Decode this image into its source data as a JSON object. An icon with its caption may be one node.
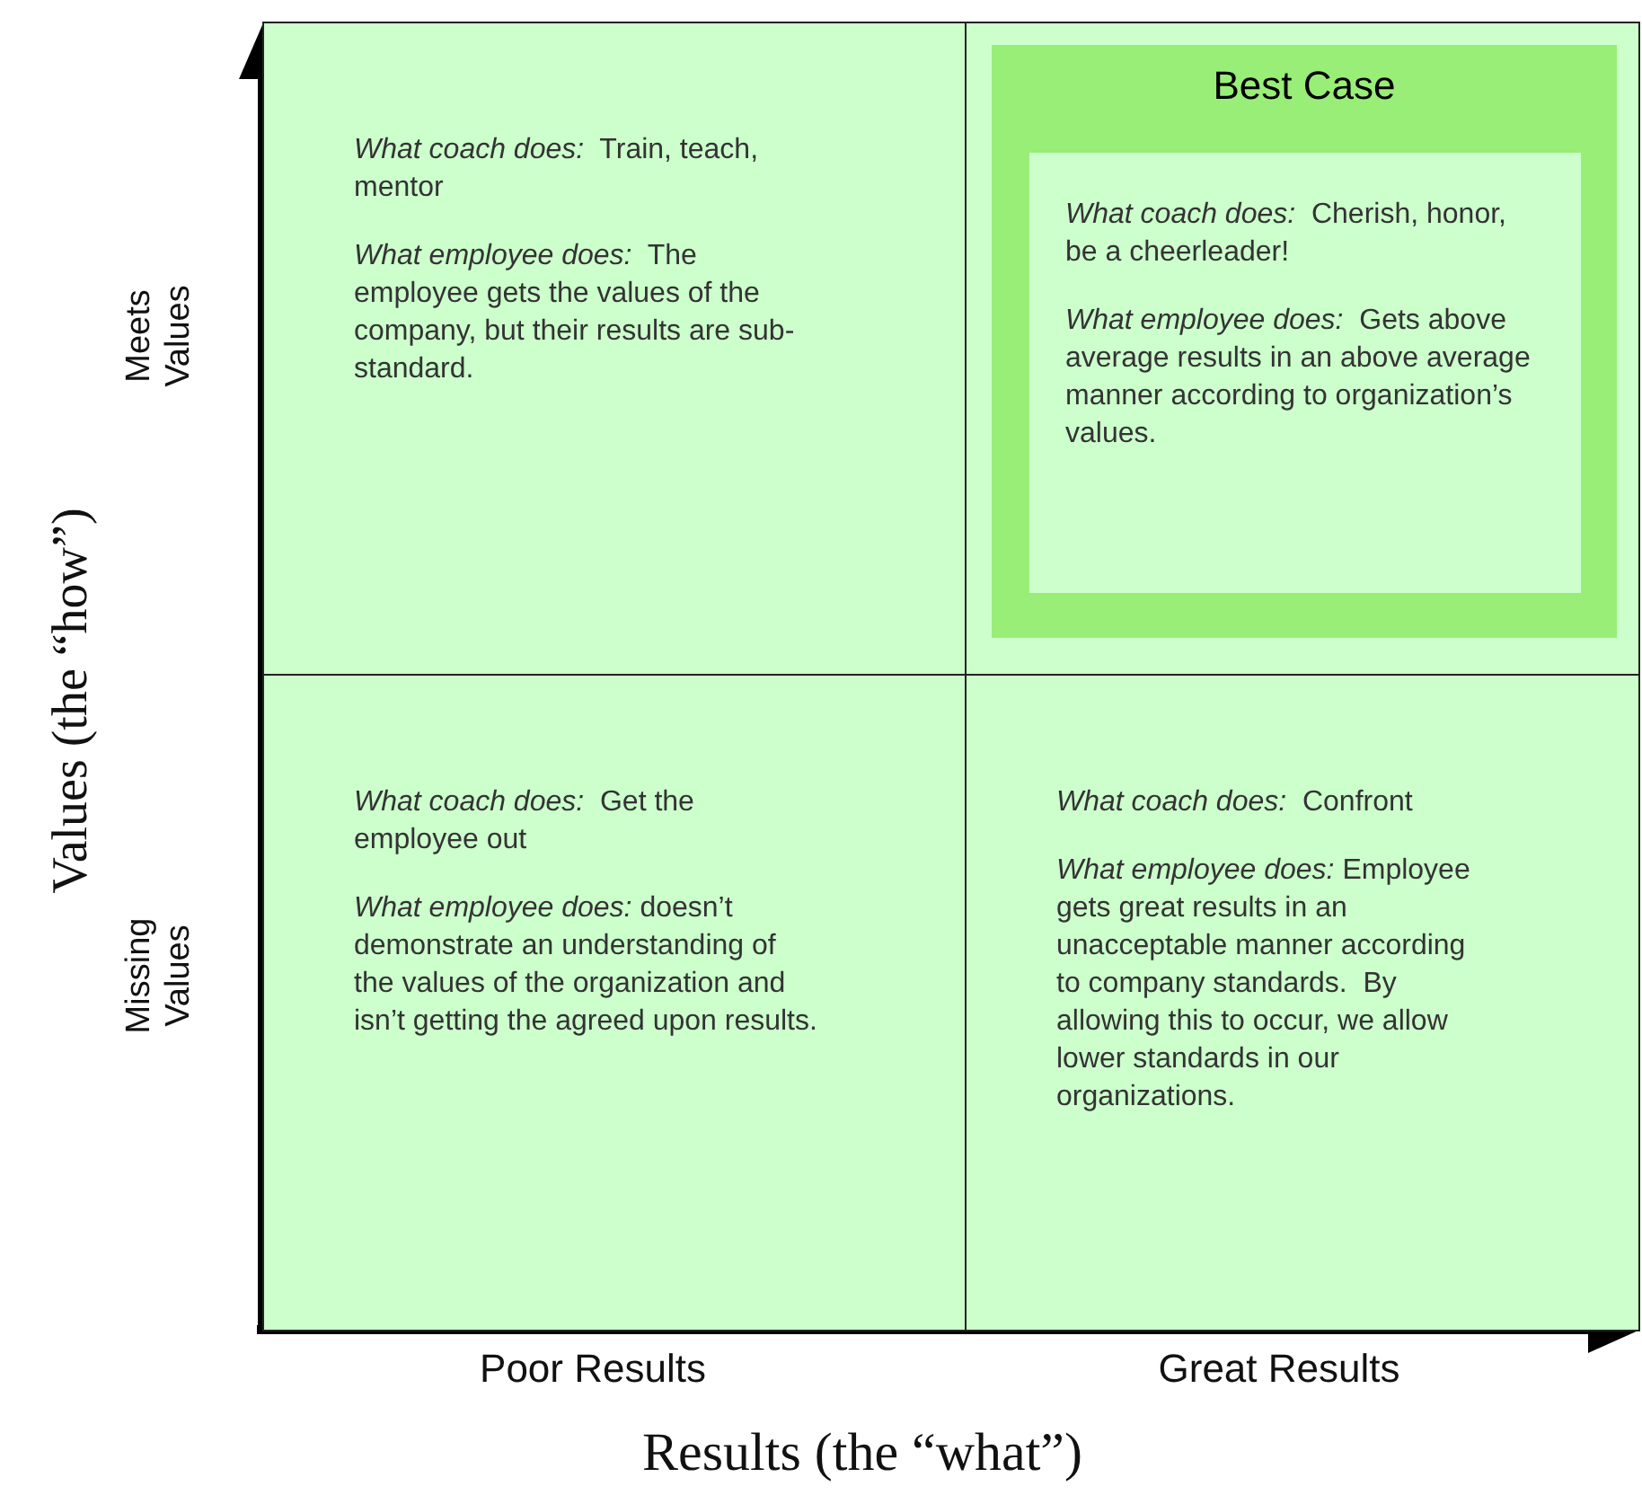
{
  "diagram": {
    "nodes": [
      {
        "text": [
          "*What coach does:*  Train, teach, mentor",
          "*What employee does:*  The employee gets the values of the company, but their results are sub-standard."
        ]
      },
      {
        "text": [],
        "shape": "box"
      },
      {
        "text": [
          "Best Case"
        ],
        "in": 1
      },
      {
        "text": [
          "*What coach does:*  Cherish, honor, be a cheerleader!",
          "*What employee does:*  Gets above average results in an above average manner according to organization’s values."
        ],
        "in": 2
      },
      {
        "text": [
          "*What coach does:*  Get the employee out",
          "*What employee does:* doesn’t demonstrate an understanding of the values of the organization and isn’t getting the agreed upon results."
        ]
      },
      {
        "text": [
          "*What coach does:*  Confront",
          "*What employee does:* Employee gets great results in an unacceptable manner according to company standards.  By allowing this to occur, we allow lower standards in our organizations."
        ]
      }
    ],
    "edges": [],
    "labels": [
      "Meets Values",
      "Missing Values",
      "Values (the “how”)",
      "Poor Results",
      "Great Results",
      "Results (the “what”)"
    ]
  }
}
